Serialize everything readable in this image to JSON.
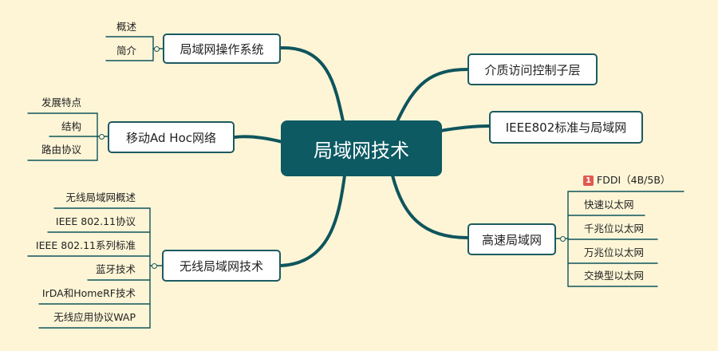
{
  "central": {
    "label": "局域网技术"
  },
  "left_topics": [
    {
      "label": "局域网操作系统",
      "children": [
        "概述",
        "简介"
      ]
    },
    {
      "label": "移动Ad Hoc网络",
      "children": [
        "发展特点",
        "结构",
        "路由协议"
      ]
    },
    {
      "label": "无线局域网技术",
      "children": [
        "无线局域网概述",
        "IEEE 802.11协议",
        "IEEE 802.11系列标准",
        "蓝牙技术",
        "IrDA和HomeRF技术",
        "无线应用协议WAP"
      ]
    }
  ],
  "right_topics": [
    {
      "label": "介质访问控制子层"
    },
    {
      "label": "IEEE802标准与局域网"
    },
    {
      "label": "高速局域网",
      "children": [
        "FDDI（4B/5B）",
        "快速以太网",
        "千兆位以太网",
        "万兆位以太网",
        "交换型以太网"
      ]
    }
  ],
  "fddi_badge": "1",
  "colors": {
    "background": "#fdf5d6",
    "branch": "#1d5a62",
    "central_fill": "#0d5a63",
    "badge": "#e05a52"
  }
}
